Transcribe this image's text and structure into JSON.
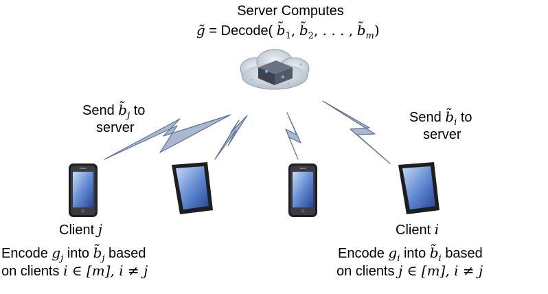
{
  "server": {
    "title": "Server Computes",
    "formula": {
      "g": "g̃",
      "eq": "=",
      "fn": "Decode(",
      "b1": "b̃",
      "b1_sub": "1",
      "b2": "b̃",
      "b2_sub": "2",
      "dots": ", . . . ,",
      "bm": "b̃",
      "bm_sub": "m",
      "close": ")",
      "sep": ","
    }
  },
  "send_left": {
    "pre": "Send",
    "b": "b̃",
    "sub": "j",
    "post": "to",
    "line2": "server"
  },
  "send_right": {
    "pre": "Send",
    "b": "b̃",
    "sub": "i",
    "post": "to",
    "line2": "server"
  },
  "client_left": {
    "label": "Client",
    "var": "j",
    "enc_pre": "Encode",
    "g": "g",
    "g_sub": "j",
    "into": "into",
    "b": "b̃",
    "b_sub": "j",
    "based": "based",
    "on": "on clients",
    "cond": "i ∈ [m], i ≠ j"
  },
  "client_right": {
    "label": "Client",
    "var": "i",
    "enc_pre": "Encode",
    "g": "g",
    "g_sub": "i",
    "into": "into",
    "b": "b̃",
    "b_sub": "i",
    "based": "based",
    "on": "on clients",
    "cond": "j ∈ [m], i ≠ j"
  },
  "colors": {
    "bolt_fill": "#a9b7cf",
    "bolt_stroke": "#5e6f96",
    "phone_body": "#1e1e22",
    "screen_top": "#b9cff0",
    "screen_bottom": "#2c4f9c",
    "cloud": "#d8dee6"
  }
}
